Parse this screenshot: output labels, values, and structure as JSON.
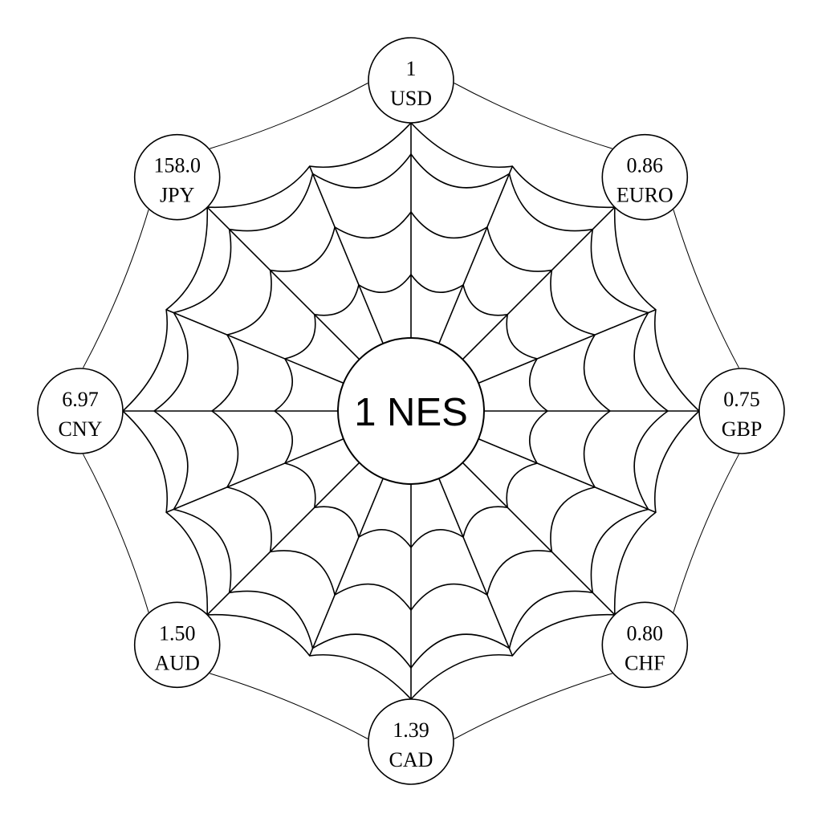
{
  "center": {
    "label": "1 NES"
  },
  "nodes": [
    {
      "value": "1",
      "currency": "USD"
    },
    {
      "value": "0.86",
      "currency": "EURO"
    },
    {
      "value": "0.75",
      "currency": "GBP"
    },
    {
      "value": "0.80",
      "currency": "CHF"
    },
    {
      "value": "1.39",
      "currency": "CAD"
    },
    {
      "value": "1.50",
      "currency": "AUD"
    },
    {
      "value": "6.97",
      "currency": "CNY"
    },
    {
      "value": "158.0",
      "currency": "JPY"
    }
  ],
  "colors": {
    "line": "#000000",
    "background": "#ffffff"
  }
}
